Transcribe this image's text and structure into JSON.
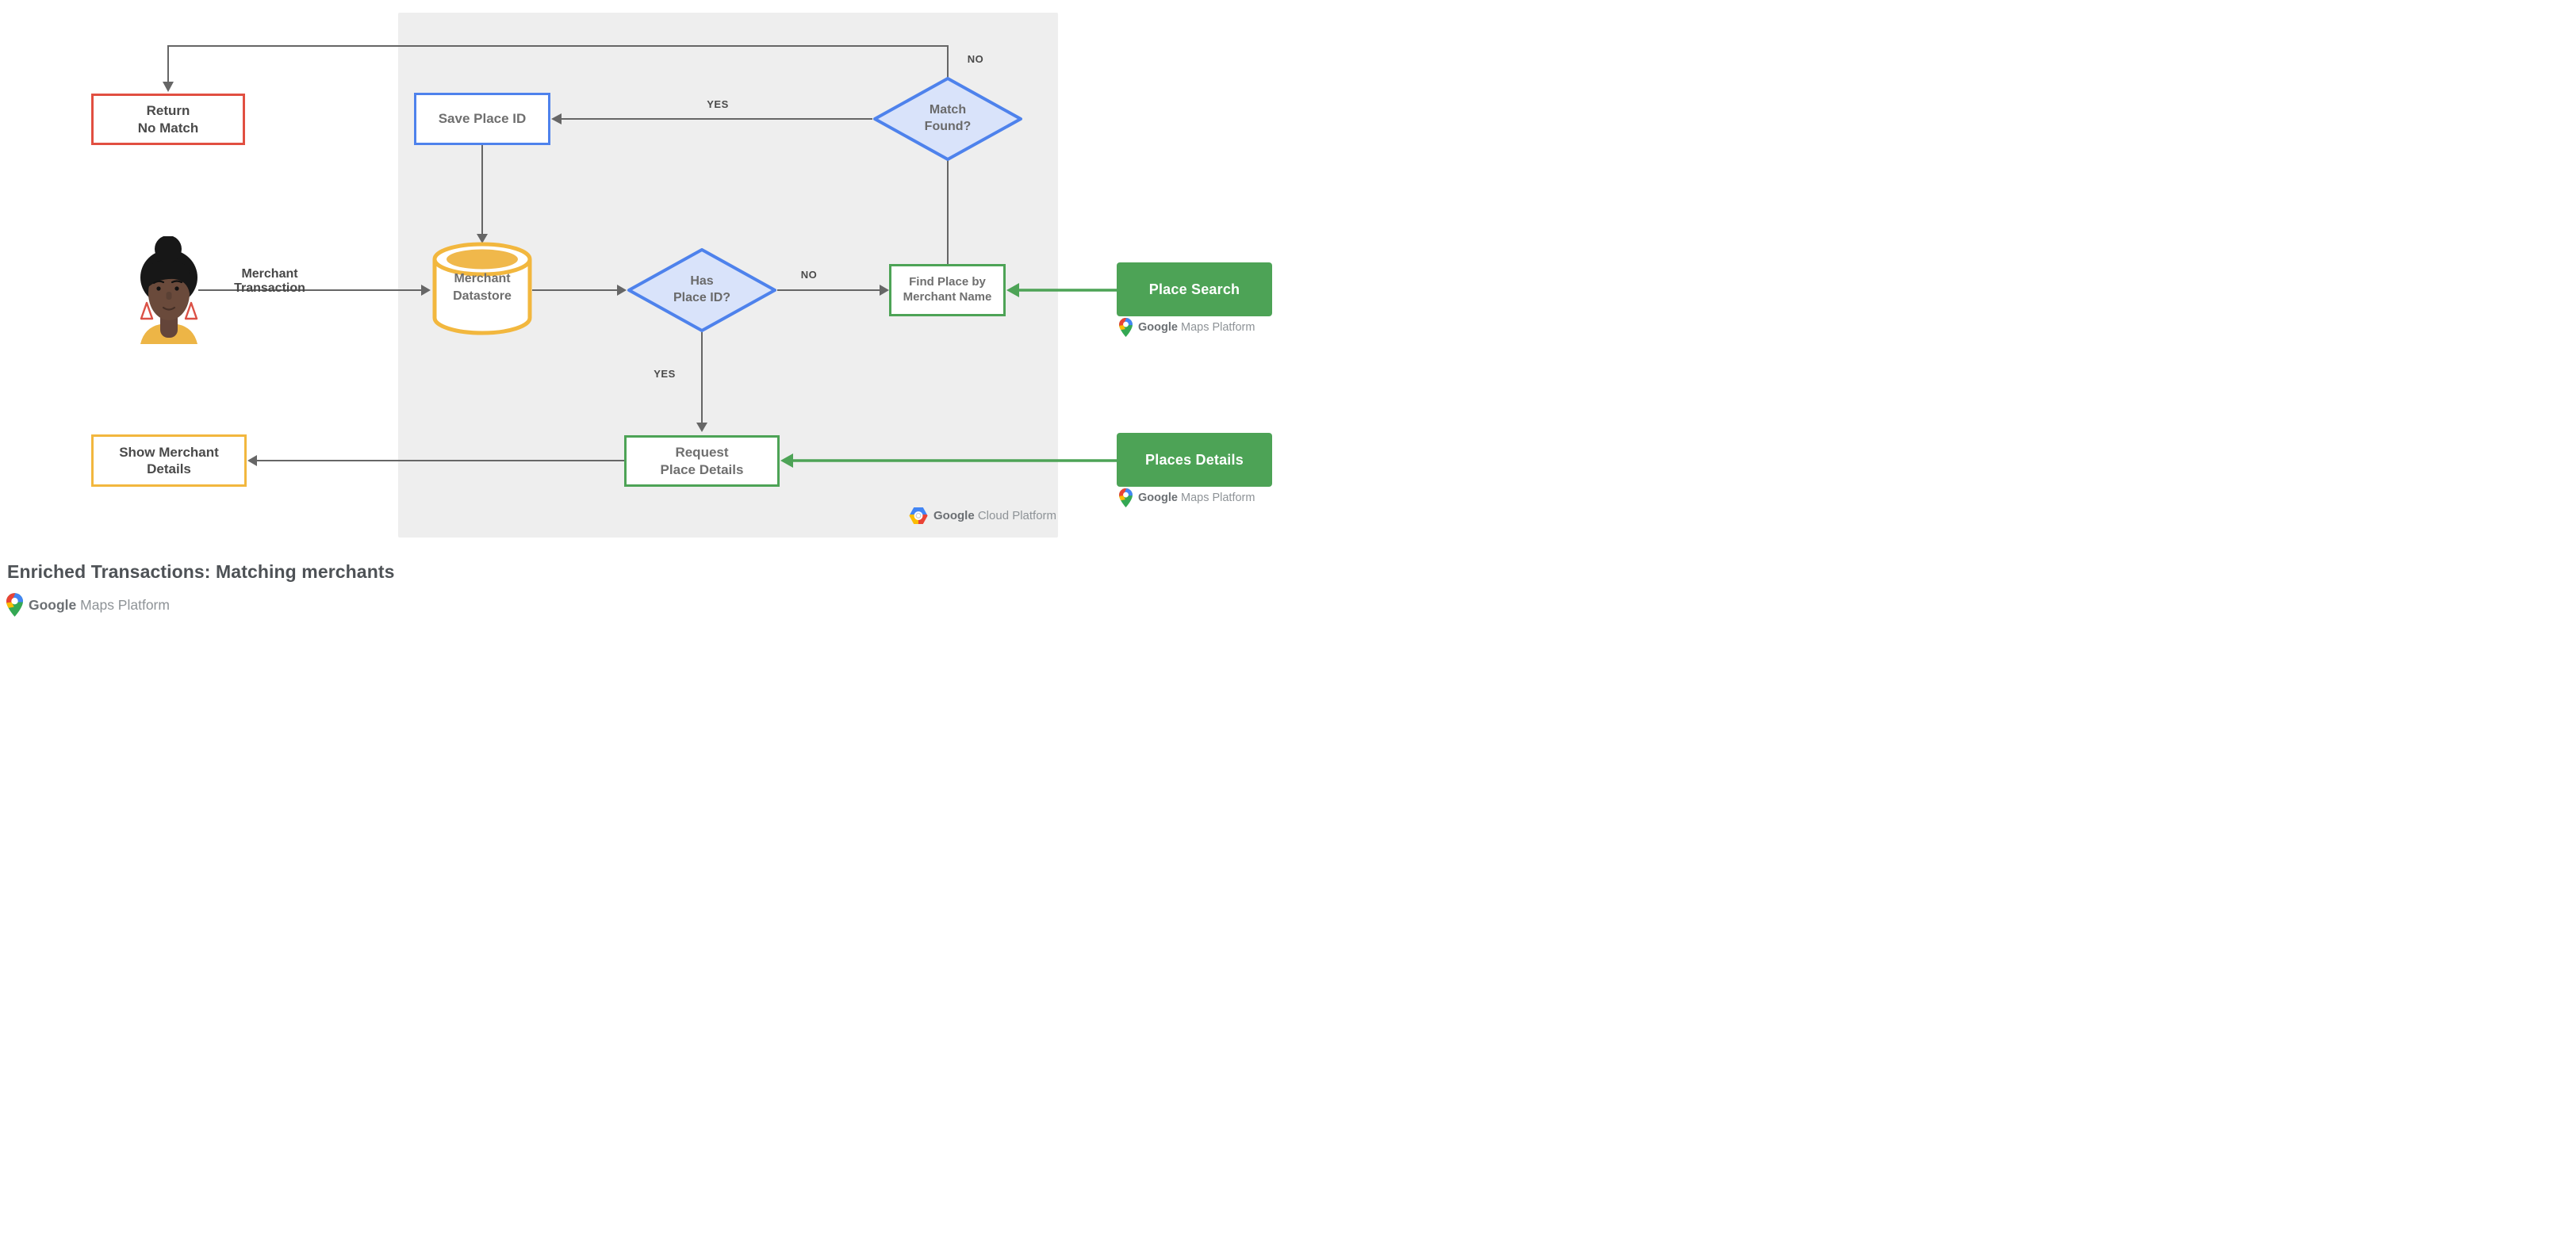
{
  "title": "Enriched Transactions: Matching merchants",
  "nodes": {
    "return_no_match": {
      "line1": "Return",
      "line2": "No Match"
    },
    "save_place_id": {
      "label": "Save Place ID"
    },
    "match_found": {
      "line1": "Match",
      "line2": "Found?"
    },
    "merchant_transaction_label": "Merchant Transaction",
    "merchant_datastore": {
      "line1": "Merchant",
      "line2": "Datastore"
    },
    "has_place_id": {
      "line1": "Has",
      "line2": "Place ID?"
    },
    "find_place_by_merchant_name": {
      "line1": "Find Place by",
      "line2": "Merchant Name"
    },
    "place_search": {
      "label": "Place Search"
    },
    "request_place_details": {
      "line1": "Request",
      "line2": "Place Details"
    },
    "show_merchant_details": {
      "line1": "Show Merchant",
      "line2": "Details"
    },
    "places_details": {
      "label": "Places Details"
    }
  },
  "edge_labels": {
    "no_match_found_top": "NO",
    "yes_match_found_left": "YES",
    "no_has_place_id": "NO",
    "yes_has_place_id": "YES"
  },
  "logos": {
    "maps_platform_search": {
      "brand": "Google",
      "product": "Maps Platform"
    },
    "maps_platform_details": {
      "brand": "Google",
      "product": "Maps Platform"
    },
    "cloud_platform": {
      "brand": "Google",
      "product": "Cloud Platform"
    },
    "maps_platform_footer": {
      "brand": "Google",
      "product": "Maps Platform"
    }
  },
  "colors": {
    "panel_bg": "#EEEEEE",
    "line_gray": "#666666",
    "node_red": "#E14F41",
    "node_blue": "#4E82EC",
    "diamond_fill": "#D9E3FA",
    "node_yellow": "#F2B73E",
    "node_green": "#4DA356",
    "text_dark": "#4A4A4A",
    "text_medium": "#6F6F6F"
  }
}
